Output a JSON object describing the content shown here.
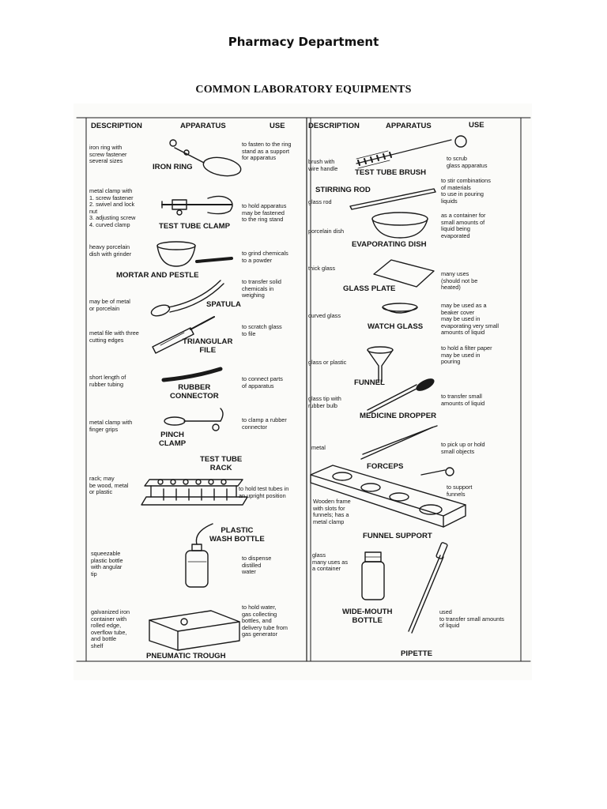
{
  "document": {
    "department": "Pharmacy Department",
    "title": "COMMON LABORATORY EQUIPMENTS"
  },
  "headers": {
    "description": "DESCRIPTION",
    "apparatus": "APPARATUS",
    "use": "USE"
  },
  "left_items": [
    {
      "name": "IRON RING",
      "description": "iron ring with\nscrew fastener\nseveral sizes",
      "use": "to fasten to the ring\nstand as a support\nfor apparatus"
    },
    {
      "name": "TEST TUBE CLAMP",
      "description": "metal clamp with\n1. screw fastener\n2. swivel and lock\n    nut\n3. adjusting screw\n4. curved clamp",
      "use": "to hold apparatus\nmay be fastened\nto the ring stand"
    },
    {
      "name": "MORTAR AND PESTLE",
      "description": "heavy porcelain\ndish with grinder",
      "use": "to grind chemicals\nto a powder"
    },
    {
      "name": "SPATULA",
      "description": "may be of metal\nor porcelain",
      "use": "to transfer solid\nchemicals in\nweighing"
    },
    {
      "name": "TRIANGULAR\nFILE",
      "description": "metal file with three\ncutting edges",
      "use": "to scratch glass\nto file"
    },
    {
      "name": "RUBBER\nCONNECTOR",
      "description": "short length of\nrubber tubing",
      "use": "to connect parts\nof apparatus"
    },
    {
      "name": "PINCH\nCLAMP",
      "description": "metal clamp with\nfinger grips",
      "use": "to clamp a rubber\nconnector"
    },
    {
      "name": "TEST TUBE\nRACK",
      "description": "rack; may\nbe wood, metal\nor plastic",
      "use": "to hold test tubes in\nan upright position"
    },
    {
      "name": "PLASTIC\nWASH BOTTLE",
      "description": "squeezable\nplastic bottle\nwith angular\ntip",
      "use": "to dispense\ndistilled\nwater"
    },
    {
      "name": "PNEUMATIC TROUGH",
      "description": "galvanized iron\ncontainer with\nrolled edge,\noverflow tube,\nand bottle\nshelf",
      "use": "to hold water,\ngas collecting\nbottles, and\ndelivery tube from\ngas generator"
    }
  ],
  "right_items": [
    {
      "name": "TEST TUBE BRUSH",
      "description": "brush with\nwire handle",
      "use": "to scrub\nglass apparatus"
    },
    {
      "name": "STIRRING ROD",
      "description": "glass rod",
      "use": "to stir combinations\nof materials\nto use in pouring\nliquids"
    },
    {
      "name": "EVAPORATING DISH",
      "description": "porcelain dish",
      "use": "as a container for\nsmall amounts of\nliquid being\nevaporated"
    },
    {
      "name": "GLASS PLATE",
      "description": "thick glass",
      "use": "many uses\n(should not be\nheated)"
    },
    {
      "name": "WATCH GLASS",
      "description": "curved glass",
      "use": "may be used as a\nbeaker cover\nmay be used in\nevaporating very small\namounts of liquid"
    },
    {
      "name": "FUNNEL",
      "description": "glass or plastic",
      "use": "to hold a filter paper\nmay be used in\npouring"
    },
    {
      "name": "MEDICINE DROPPER",
      "description": "glass tip with\nrubber bulb",
      "use": "to transfer small\namounts of liquid"
    },
    {
      "name": "FORCEPS",
      "description": "metal",
      "use": "to pick up or hold\nsmall objects"
    },
    {
      "name": "FUNNEL SUPPORT",
      "description": "Wooden frame\nwith slots for\nfunnels; has a\nmetal clamp",
      "use": "to support\nfunnels"
    },
    {
      "name": "WIDE-MOUTH\nBOTTLE",
      "description": "glass\nmany uses as\na container",
      "use": ""
    },
    {
      "name": "PIPETTE",
      "description": "",
      "use": "used\nto transfer small amounts\nof liquid"
    }
  ]
}
